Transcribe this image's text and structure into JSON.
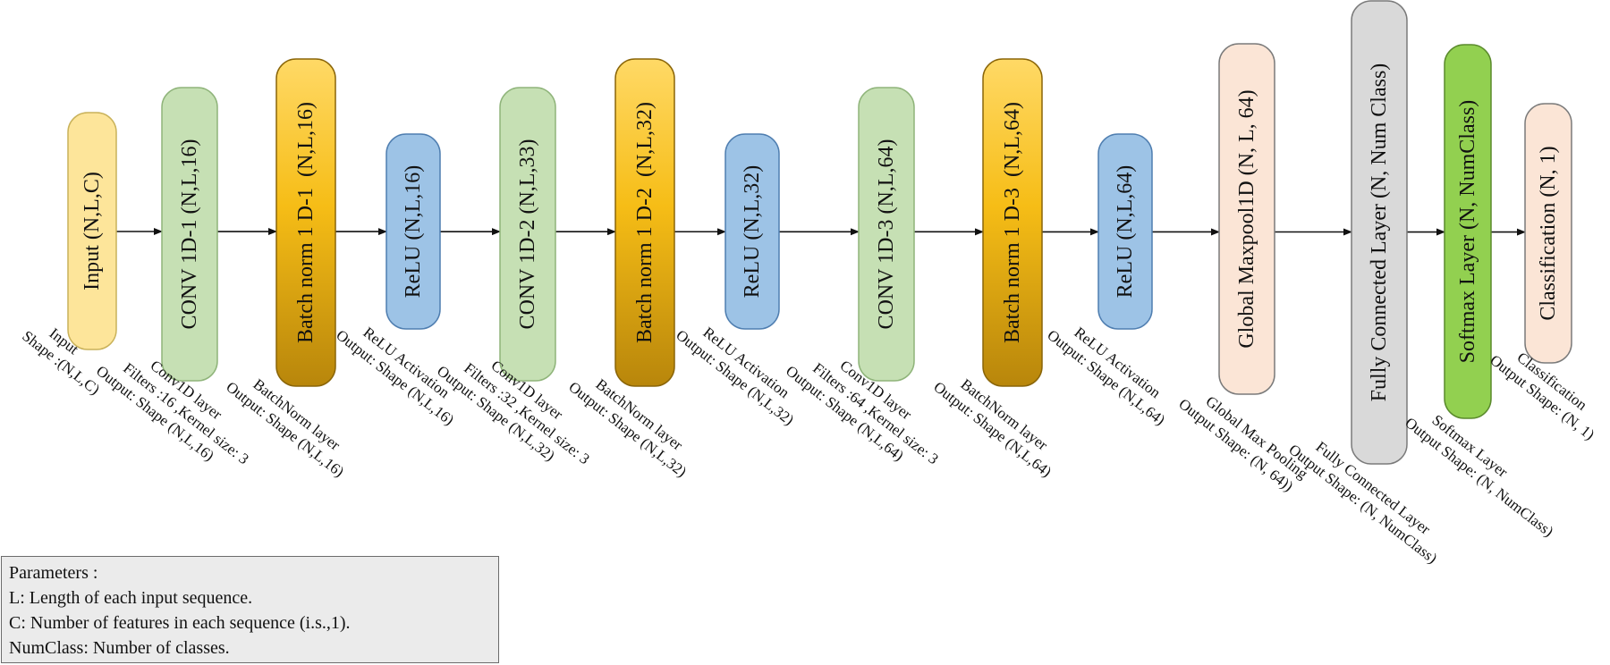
{
  "colors": {
    "input": "#fde59a",
    "conv": "#c6e0b4",
    "batchnorm_top": "#ffd966",
    "batchnorm_bottom": "#b8860b",
    "relu": "#9dc3e6",
    "global_pool": "#fbe5d6",
    "fully_connected": "#d9d9d9",
    "softmax": "#92d050",
    "classification": "#fbe5d6",
    "arrow": "#111111",
    "params_bg": "#ebebeb"
  },
  "nodes": [
    {
      "id": "input",
      "label": "Input (N,L,C)",
      "icon": "none",
      "desc": [
        "Input",
        "Shape :(N,L,C)"
      ]
    },
    {
      "id": "conv1",
      "label": "CONV 1D-1 (N,L,16)",
      "desc": [
        "Conv1D layer",
        "Filters :16 ,Kernel size: 3",
        "Output: Shape (N,L,16)"
      ]
    },
    {
      "id": "bn1",
      "label": "Batch norm 1 D-1  (N,L,16)",
      "desc": [
        "BatchNorm layer",
        "Output: Shape (N,L,16)"
      ]
    },
    {
      "id": "relu1",
      "label": "ReLU (N,L,16)",
      "desc": [
        "ReLU Activation",
        "Output: Shape (N,L,16)"
      ]
    },
    {
      "id": "conv2",
      "label": "CONV 1D-2 (N,L,33)",
      "desc": [
        "Conv1D layer",
        "Filters :32 ,Kernel size: 3",
        "Output: Shape (N,L,32)"
      ]
    },
    {
      "id": "bn2",
      "label": "Batch norm 1 D-2  (N,L,32)",
      "desc": [
        "BatchNorm layer",
        "Output: Shape (N,L,32)"
      ]
    },
    {
      "id": "relu2",
      "label": "ReLU (N,L,32)",
      "desc": [
        "ReLU Activation",
        "Output: Shape (N,L,32)"
      ]
    },
    {
      "id": "conv3",
      "label": "CONV 1D-3 (N,L,64)",
      "desc": [
        "Conv1D layer",
        "Filters :64 ,Kernel size: 3",
        "Output: Shape (N,L,64)"
      ]
    },
    {
      "id": "bn3",
      "label": "Batch norm 1 D-3  (N,L,64)",
      "desc": [
        "BatchNorm layer",
        "Output: Shape (N,L,64)"
      ]
    },
    {
      "id": "relu3",
      "label": "ReLU (N,L,64)",
      "desc": [
        "ReLU Activation",
        "Output: Shape (N,L,64)"
      ]
    },
    {
      "id": "gmp",
      "label": "Global Maxpool1D (N, L, 64)",
      "desc": [
        "Global Max Pooling",
        "Output Shape: (N, 64))"
      ]
    },
    {
      "id": "fc",
      "label": "Fully Connected Layer (N, Num Class)",
      "desc": [
        "Fully Connected Layer",
        "Output Shape: (N, NumClass)"
      ]
    },
    {
      "id": "softmax",
      "label": "Softmax Layer (N, NumClass)",
      "desc": [
        "Softmax Layer",
        "Output Shape: (N, NumClass)"
      ]
    },
    {
      "id": "classification",
      "label": "Classification (N, 1)",
      "desc": [
        "Classification",
        "Output Shape: (N, 1)"
      ]
    }
  ],
  "parameters": {
    "title": "Parameters :",
    "lines": [
      "L: Length of each input sequence.",
      "C: Number of features in each sequence (i.s.,1).",
      "NumClass: Number of classes."
    ]
  }
}
